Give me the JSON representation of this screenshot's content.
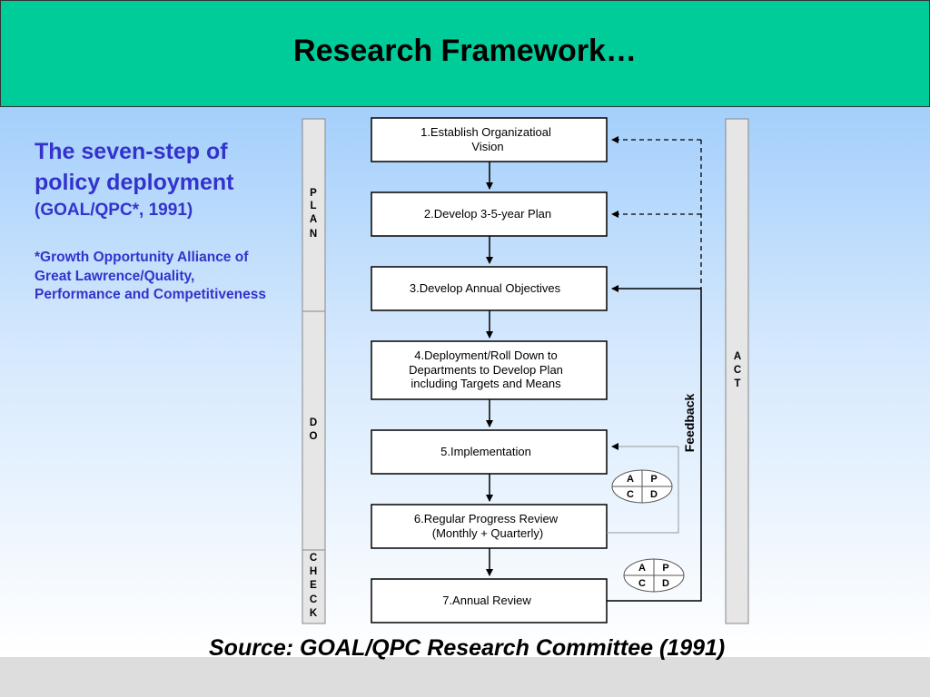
{
  "title": "Research Framework…",
  "left_panel": {
    "heading": "The seven-step of policy deployment",
    "citation": "(GOAL/QPC*, 1991)",
    "footnote": "*Growth Opportunity Alliance of Great Lawrence/Quality, Performance and Competitiveness"
  },
  "phases": {
    "plan": "P L A N",
    "do": "D O",
    "check": "C H E C K",
    "act": "A C T"
  },
  "steps": [
    {
      "line1": "1.Establish Organizatioal",
      "line2": "Vision"
    },
    {
      "line1": "2.Develop 3-5-year Plan",
      "line2": ""
    },
    {
      "line1": "3.Develop Annual Objectives",
      "line2": ""
    },
    {
      "line1": "4.Deployment/Roll Down to",
      "line2": "Departments to Develop Plan",
      "line3": "including Targets and Means"
    },
    {
      "line1": "5.Implementation",
      "line2": ""
    },
    {
      "line1": "6.Regular Progress Review",
      "line2": "(Monthly + Quarterly)"
    },
    {
      "line1": "7.Annual Review",
      "line2": ""
    }
  ],
  "feedback_label": "Feedback",
  "pdca": {
    "a": "A",
    "p": "P",
    "c": "C",
    "d": "D"
  },
  "source": "Source:  GOAL/QPC Research Committee (1991)",
  "colors": {
    "title_bar": "#00cc99",
    "left_text": "#3333cc",
    "phase_bar": "#e6e6e6",
    "gradient_top": "#a4cffb"
  }
}
